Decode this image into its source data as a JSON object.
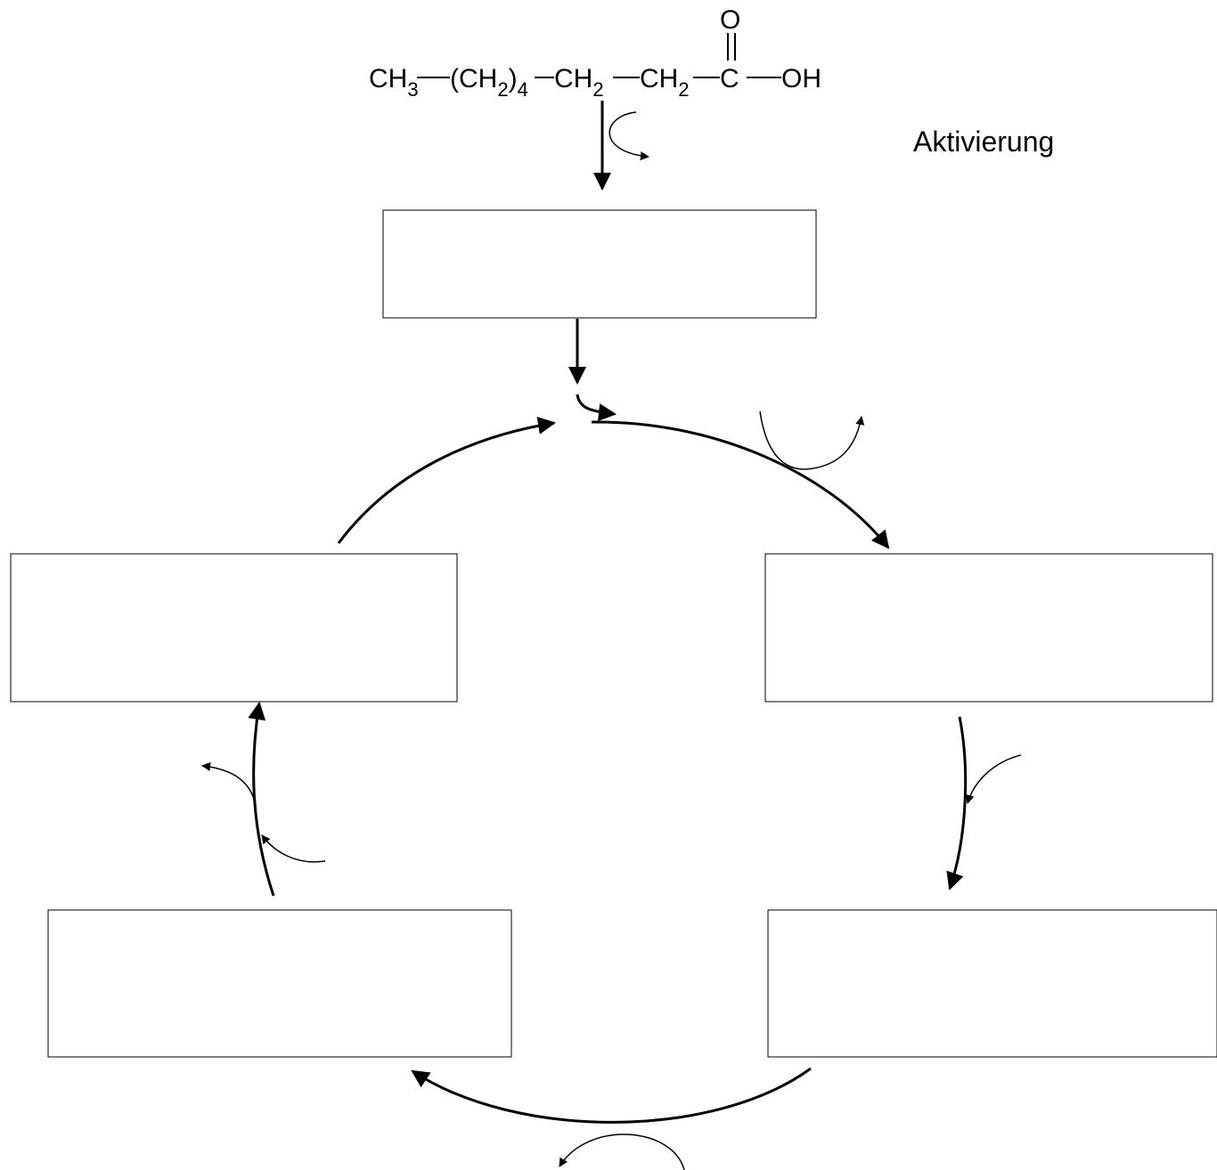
{
  "formula": {
    "ch3": "CH",
    "ch3_sub": "3",
    "ch2_group": "(CH",
    "ch2_group_sub": "2",
    "ch2_group_paren": ")",
    "ch2_group_count": "4",
    "ch2_a": "CH",
    "ch2_a_sub": "2",
    "ch2_b": "CH",
    "ch2_b_sub": "2",
    "carbon": "C",
    "oxygen": "O",
    "oh": "OH"
  },
  "stage_label": "Aktivierung",
  "boxes": {
    "top": "",
    "right_upper": "",
    "right_lower": "",
    "left_lower": "",
    "left_upper": ""
  }
}
